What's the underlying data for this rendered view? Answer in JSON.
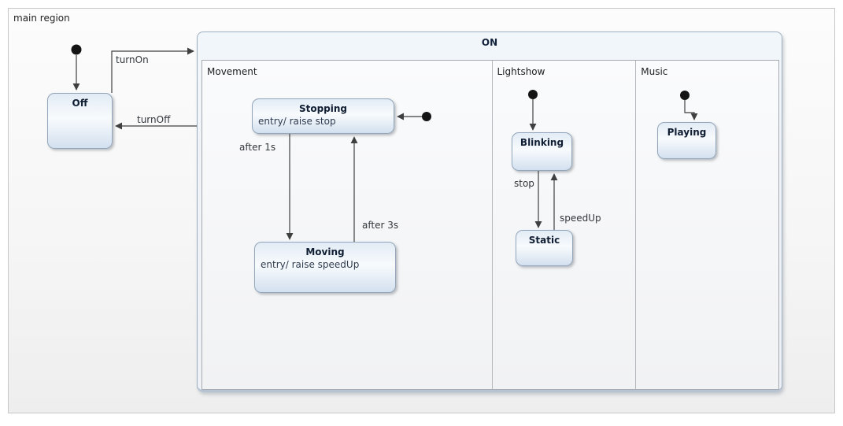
{
  "diagram": {
    "region_label": "main region",
    "main": {
      "off": {
        "name": "Off"
      },
      "on_title": "ON"
    },
    "on_regions": [
      {
        "label": "Movement"
      },
      {
        "label": "Lightshow"
      },
      {
        "label": "Music"
      }
    ],
    "states": {
      "stopping": {
        "name": "Stopping",
        "entry": "entry/ raise stop"
      },
      "moving": {
        "name": "Moving",
        "entry": "entry/ raise speedUp"
      },
      "blinking": {
        "name": "Blinking"
      },
      "static": {
        "name": "Static"
      },
      "playing": {
        "name": "Playing"
      }
    },
    "transitions": {
      "turn_on": "turnOn",
      "turn_off": "turnOff",
      "after_1s": "after 1s",
      "after_3s": "after 3s",
      "stop": "stop",
      "speed_up": "speedUp"
    },
    "colors": {
      "line": "#3f3f3f",
      "state_border": "#94a6bb",
      "state_fill_bottom": "#d3e0ef",
      "canvas_border": "#c7c7c7"
    }
  }
}
